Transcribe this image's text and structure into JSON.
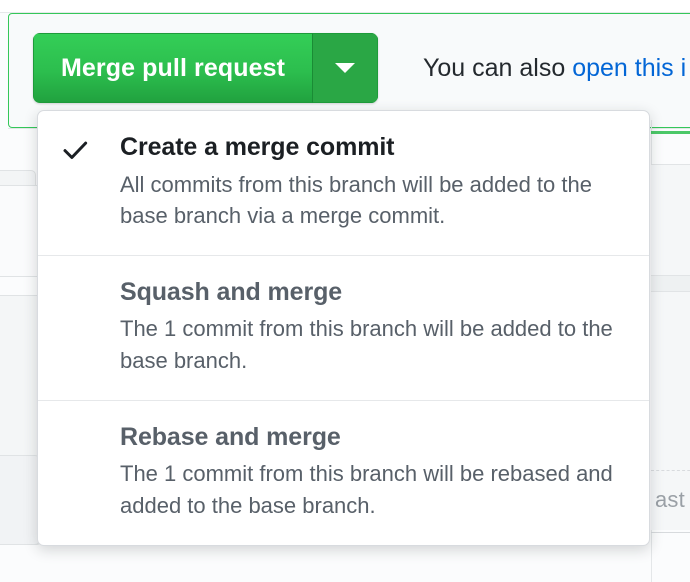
{
  "merge_button": {
    "label": "Merge pull request",
    "caret_icon": "chevron-down-icon",
    "color": "#2cbe4e",
    "caret_color": "#2aa745"
  },
  "also_note": {
    "prefix": "You can also ",
    "link_text": "open this i",
    "link_color": "#0366d6"
  },
  "background": {
    "clipped_text": "ast",
    "box_border_color": "#34c759"
  },
  "dropdown": {
    "items": [
      {
        "title": "Create a merge commit",
        "description": "All commits from this branch will be added to the base branch via a merge commit.",
        "selected": true,
        "check_icon": "check-icon"
      },
      {
        "title": "Squash and merge",
        "description": "The 1 commit from this branch will be added to the base branch.",
        "selected": false,
        "check_icon": ""
      },
      {
        "title": "Rebase and merge",
        "description": "The 1 commit from this branch will be rebased and added to the base branch.",
        "selected": false,
        "check_icon": ""
      }
    ]
  }
}
